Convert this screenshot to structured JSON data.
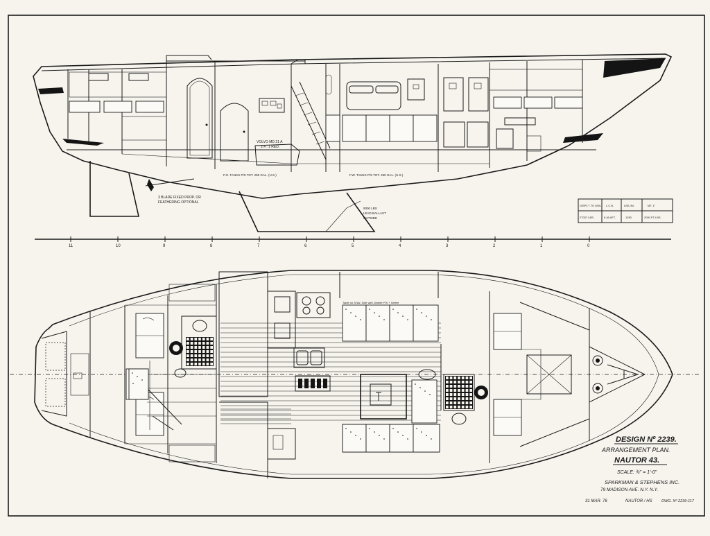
{
  "title_block": {
    "design": "DESIGN Nº 2239.",
    "plan": "ARRANGEMENT PLAN.",
    "boat": "NAUTOR 43.",
    "scale": "SCALE: ¾\" = 1'-0\"",
    "firm": "SPARKMAN & STEPHENS INC.",
    "address": "79 MADISON AVE.  N.Y.  N.Y.",
    "date": "31 MAR. 76",
    "drawn": "NAUTOR / HS",
    "dwg": "DWG. Nº 2239-117"
  },
  "profile_notes": {
    "engine": "VOLVO MD 21 A",
    "engine_sub": "2.4 : 1 RED.",
    "fo_tank": "F.O. TANKS P/S  TOT. 259 GAL. (U.S.)",
    "fw_tank": "F.W. TANKS P/S  TOT. 255 GAL. (U.S.)",
    "prop_1": "3 BLADE FIXED PROP. OR",
    "prop_2": "FEATHERING OPTIONAL",
    "ballast_1": "9000 LBS",
    "ballast_2": "LEAD BALLAST",
    "ballast_3": "OUTSIDE"
  },
  "data_table": {
    "headers": [
      "DISPL'T TO DWL.",
      "L.C.B.",
      "LBS./IN.",
      "MT. 1\""
    ],
    "values": [
      "27037 LBS.",
      "8.46 AFT.",
      "1250",
      "2000 FT-LBS."
    ]
  },
  "stations": [
    "11",
    "10",
    "9",
    "8",
    "7",
    "6",
    "5",
    "4",
    "3",
    "2",
    "1",
    "0"
  ],
  "plan_notes": {
    "saloon_note": "Table on St'bd. Side with Dinette P/S + Settee"
  }
}
